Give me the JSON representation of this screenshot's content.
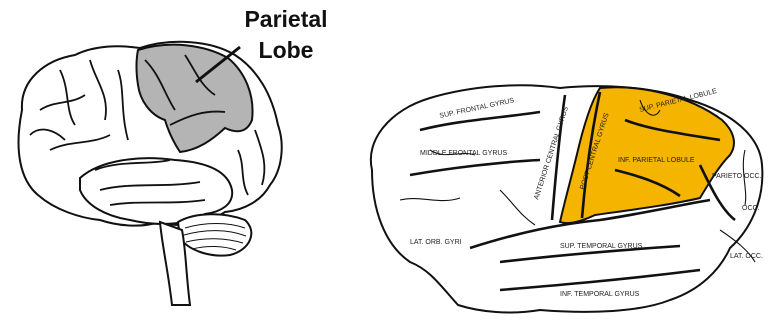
{
  "callout": {
    "line1": "Parietal",
    "line2": "Lobe"
  },
  "colors": {
    "highlight_left": "#b4b4b4",
    "highlight_right": "#f5b400",
    "outline": "#111111"
  },
  "gyri_labels": {
    "sup_frontal": "SUP. FRONTAL GYRUS",
    "middle_frontal": "MIDDLE FRONTAL GYRUS",
    "ant_central": "ANTERIOR CENTRAL GYRUS",
    "post_central": "POST CENTRAL GYRUS",
    "sup_parietal": "SUP. PARIETAL LOBULE",
    "inf_parietal": "INF. PARIETAL LOBULE",
    "parieto_occ": "PARIETO OCC.",
    "sup_temporal": "SUP. TEMPORAL GYRUS",
    "inf_temporal": "INF. TEMPORAL GYRUS",
    "lat_orb": "LAT. ORB. GYRI",
    "lat_occ": "LAT. OCC.",
    "occ": "OCC."
  }
}
